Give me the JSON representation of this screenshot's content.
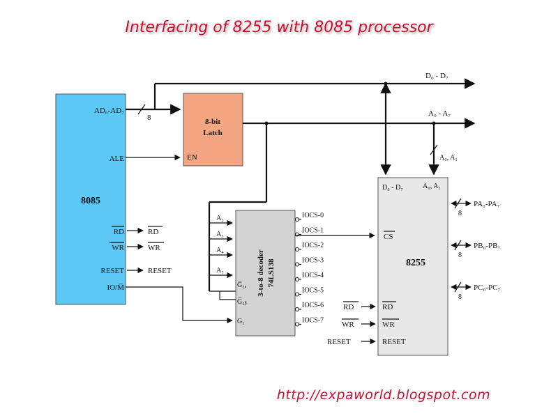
{
  "title": "Interfacing of 8255 with 8085 processor",
  "url": "http://expaworld.blogspot.com",
  "colors": {
    "title": "#c8102e",
    "cpu": "#5bc8f5",
    "latch": "#f4a582",
    "decoder": "#d3d3d3",
    "ppi": "#e8e8e8"
  },
  "cpu": {
    "name": "8085",
    "pins": {
      "ad": "AD₀-AD₇",
      "ale": "ALE",
      "rd": "RD",
      "wr": "WR",
      "reset": "RESET",
      "iom": "IO/M̅"
    }
  },
  "latch": {
    "line1": "8-bit",
    "line2": "Latch",
    "en": "EN"
  },
  "bus": {
    "data": "D₀ - D₇",
    "addr": "A₀ - A₇",
    "width": "8",
    "a0a1": "A₀, A₁"
  },
  "cpu_outputs": {
    "rd": "RD",
    "wr": "WR",
    "reset": "RESET"
  },
  "decoder": {
    "line1": "3-to-8 decoder",
    "line2": "74LS138",
    "inputs": [
      "A₂",
      "A₃",
      "A₄",
      "A₇"
    ],
    "enables": [
      "G̅₂ₐ",
      "G̅₂ᵦ",
      "G₁"
    ],
    "outputs": [
      "IOCS-0",
      "IOCS-1",
      "IOCS-2",
      "IOCS-3",
      "IOCS-4",
      "IOCS-5",
      "IOCS-6",
      "IOCS-7"
    ]
  },
  "ppi": {
    "name": "8255",
    "pins": {
      "data": "D₀ - D₇",
      "addr": "A₀, A₁",
      "cs": "CS",
      "rd": "RD",
      "wr": "WR",
      "reset": "RESET"
    },
    "ports": [
      "PA₀-PA₇",
      "PB₀-PB₇",
      "PC₀-PC₇"
    ],
    "port_width": "8"
  },
  "inputs_8255": {
    "rd": "RD",
    "wr": "WR",
    "reset": "RESET"
  }
}
